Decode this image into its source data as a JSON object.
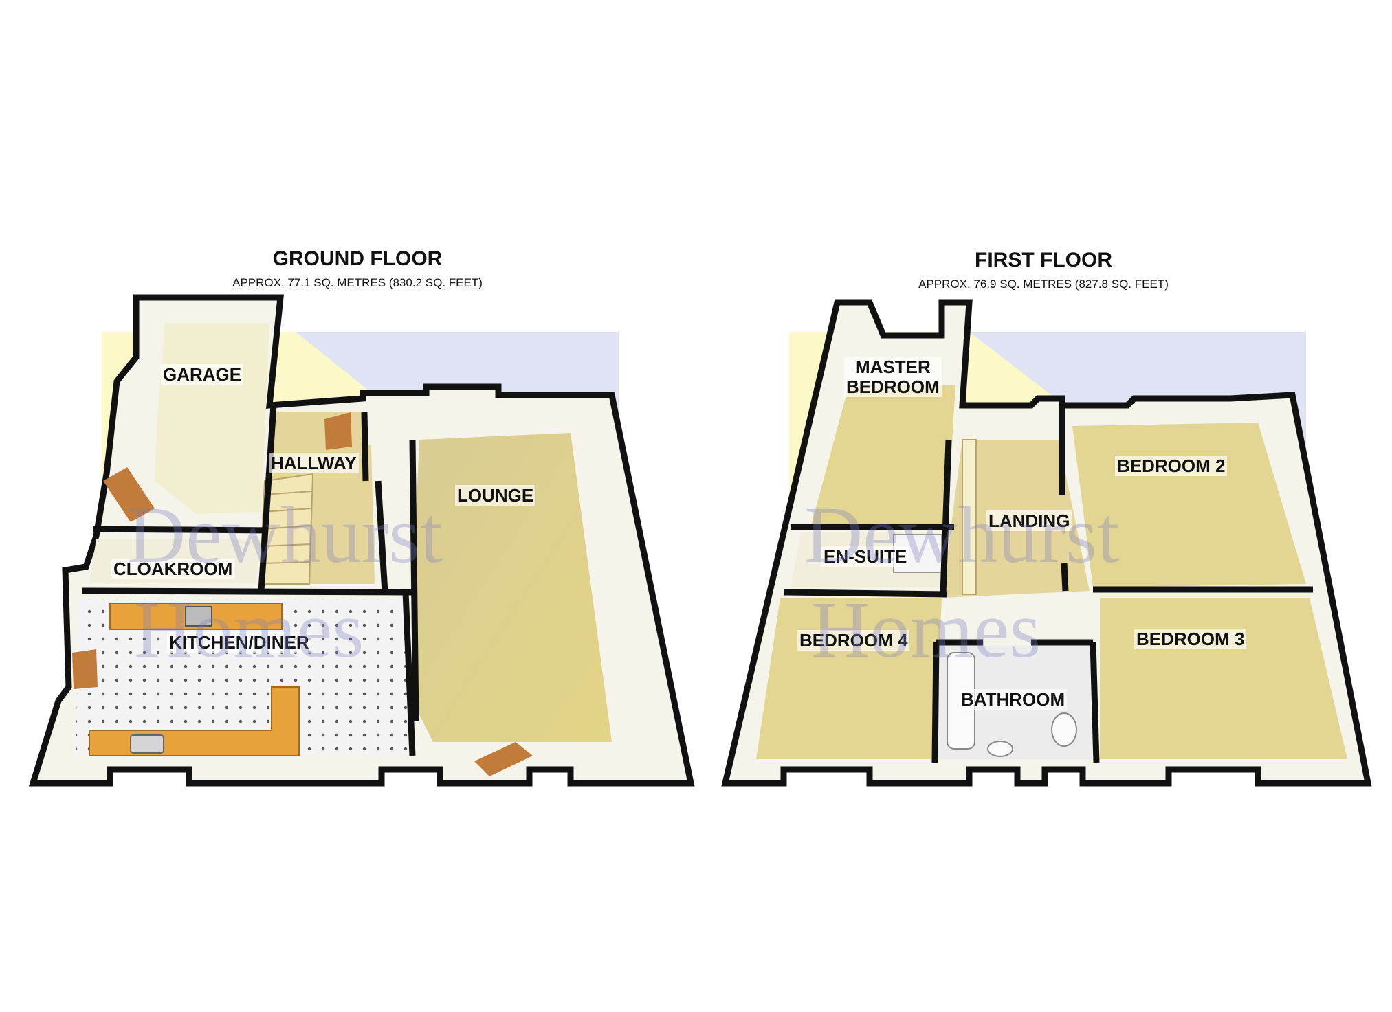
{
  "ground_floor": {
    "title": "GROUND FLOOR",
    "area": "APPROX. 77.1 SQ. METRES (830.2 SQ. FEET)",
    "rooms": {
      "garage": "GARAGE",
      "hallway": "HALLWAY",
      "lounge": "LOUNGE",
      "cloakroom": "CLOAKROOM",
      "kitchen": "KITCHEN/DINER"
    }
  },
  "first_floor": {
    "title": "FIRST FLOOR",
    "area": "APPROX. 76.9 SQ. METRES (827.8 SQ. FEET)",
    "rooms": {
      "master": "MASTER\nBEDROOM",
      "bedroom2": "BEDROOM 2",
      "landing": "LANDING",
      "ensuite": "EN-SUITE",
      "bedroom4": "BEDROOM 4",
      "bedroom3": "BEDROOM 3",
      "bathroom": "BATHROOM"
    }
  },
  "watermark": {
    "line1": "Dewhurst",
    "line2": "Homes"
  },
  "colors": {
    "floor": "#e6d78f",
    "wall": "#111111",
    "wall_inner": "#f4f4ea",
    "kitchen_floor": "#f2f2f2",
    "worktop": "#e8a23c",
    "backdrop_yellow": "#fbf8c4",
    "backdrop_blue": "#dfe2f2"
  }
}
